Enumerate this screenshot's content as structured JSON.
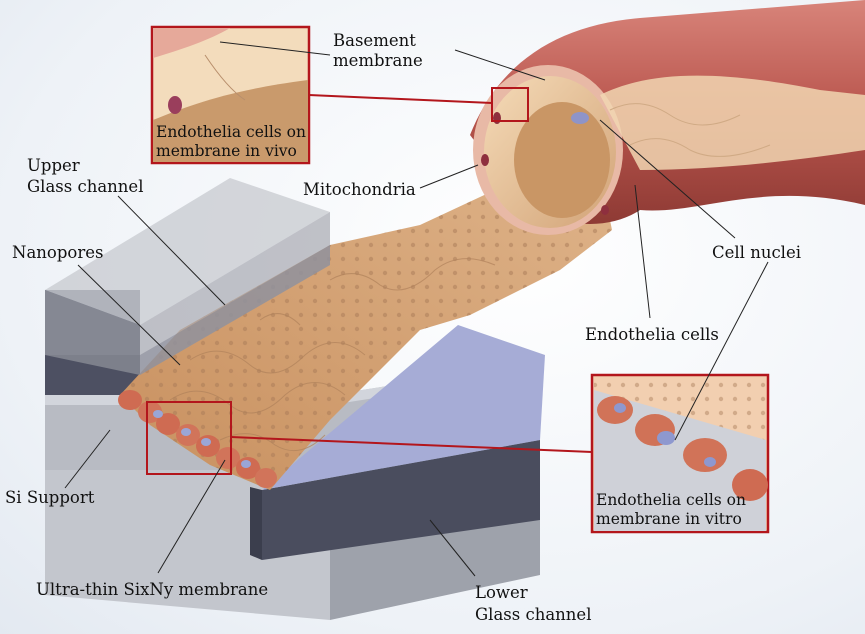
{
  "labels": {
    "basement_membrane_1": "Basement",
    "basement_membrane_2": "membrane",
    "upper_glass_1": "Upper",
    "upper_glass_2": "Glass channel",
    "mitochondria": "Mitochondria",
    "nanopores": "Nanopores",
    "cell_nuclei": "Cell nuclei",
    "endothelia_cells": "Endothelia cells",
    "si_support": "Si Support",
    "ultra_thin_membrane": "Ultra-thin SixNy membrane",
    "lower_glass_1": "Lower",
    "lower_glass_2": "Glass channel"
  },
  "insets": {
    "in_vivo_line1": "Endothelia cells on",
    "in_vivo_line2": "membrane in vivo",
    "in_vitro_line1": "Endothelia cells on",
    "in_vitro_line2": "membrane in vitro"
  },
  "colors": {
    "vessel_outer": "#c0635a",
    "vessel_tissue": "#f0cfa6",
    "membrane_sheet": "#d7a77c",
    "glass": "#b9bcc4",
    "si_dark": "#4a4d5e",
    "lavender": "#a9afd6",
    "inset_frame": "#b3161c"
  }
}
